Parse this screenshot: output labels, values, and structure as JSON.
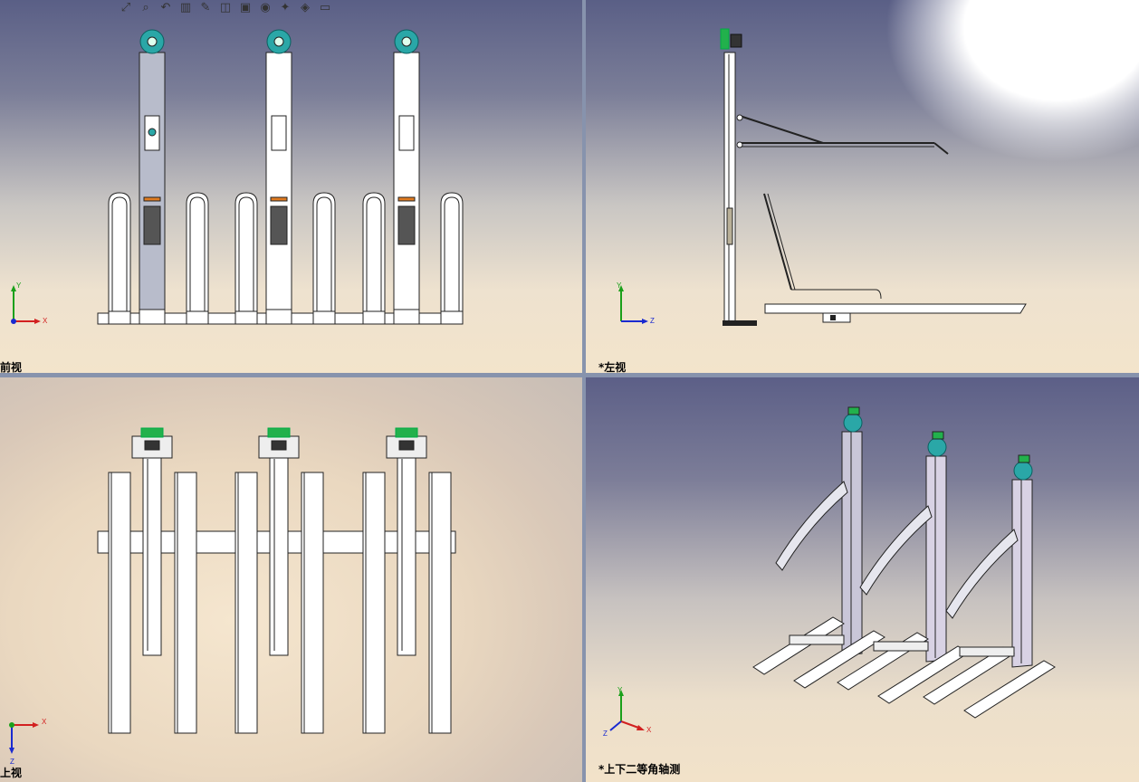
{
  "app": {
    "name": "CAD four-view workspace"
  },
  "toolbar": {
    "buttons": [
      {
        "name": "zoom-to-fit-icon",
        "glyph": "⤢"
      },
      {
        "name": "zoom-area-icon",
        "glyph": "⌕"
      },
      {
        "name": "previous-view-icon",
        "glyph": "↶"
      },
      {
        "name": "section-view-icon",
        "glyph": "▥"
      },
      {
        "name": "dynamic-annotation-icon",
        "glyph": "✎"
      },
      {
        "name": "view-orientation-icon",
        "glyph": "◫"
      },
      {
        "name": "display-style-icon",
        "glyph": "▣"
      },
      {
        "name": "hide-show-icon",
        "glyph": "◉"
      },
      {
        "name": "edit-appearance-icon",
        "glyph": "✦"
      },
      {
        "name": "apply-scene-icon",
        "glyph": "◈"
      },
      {
        "name": "view-settings-icon",
        "glyph": "▭"
      }
    ]
  },
  "views": {
    "front": {
      "label": "前视",
      "axes": {
        "up": "Y",
        "right": "X"
      }
    },
    "left": {
      "label": "*左视",
      "axes": {
        "up": "Y",
        "right": "Z"
      }
    },
    "top": {
      "label": "上视",
      "axes": {
        "right": "X",
        "down": "Z"
      }
    },
    "iso": {
      "label": "*上下二等角轴测",
      "axes": {
        "up": "Y",
        "right": "X",
        "left": "Z"
      }
    }
  },
  "colors": {
    "frame": "#8793ad",
    "motor": "#2aa7a7",
    "motor_green": "#22b14c",
    "axis_x": "#d22020",
    "axis_y": "#1aa01a",
    "axis_z": "#1a2ad0"
  }
}
